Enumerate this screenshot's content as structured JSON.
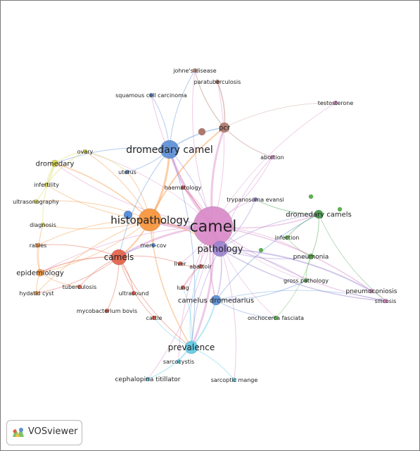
{
  "brand": {
    "name": "VOSviewer"
  },
  "colors": {
    "pink": "#d98ac9",
    "orange": "#f6953c",
    "red": "#e35f48",
    "blue": "#5b8fd6",
    "cyan": "#5fcbe6",
    "yellow": "#d8d84c",
    "green": "#57b34a",
    "darkgreen": "#3f9a45",
    "purple": "#9a82cf",
    "brown": "#b0776a"
  },
  "nodes": [
    {
      "id": "camel",
      "label": "camel"
    },
    {
      "id": "histopathology",
      "label": "histopathology"
    },
    {
      "id": "pathology",
      "label": "pathology"
    },
    {
      "id": "dromedary_camel",
      "label": "dromedary camel"
    },
    {
      "id": "camels",
      "label": "camels"
    },
    {
      "id": "prevalence",
      "label": "prevalence"
    },
    {
      "id": "camelus_dromedarius",
      "label": "camelus dromedarius"
    },
    {
      "id": "dromedary_camels",
      "label": "dromedary camels"
    },
    {
      "id": "pcr",
      "label": "pcr"
    },
    {
      "id": "dromedary",
      "label": "dromedary"
    },
    {
      "id": "epidemiology",
      "label": "epidemiology"
    },
    {
      "id": "pneumonia",
      "label": "pneumonia"
    },
    {
      "id": "gross_pathology",
      "label": "gross pathology"
    },
    {
      "id": "pneumoconiosis",
      "label": "pneumoconiosis"
    },
    {
      "id": "silicosis",
      "label": "silicosis"
    },
    {
      "id": "onchocerca_fasciata",
      "label": "onchocerca fasciata"
    },
    {
      "id": "sarcoptic_mange",
      "label": "sarcoptic mange"
    },
    {
      "id": "cephalopina_titillator",
      "label": "cephalopina titillator"
    },
    {
      "id": "sarcocystis",
      "label": "sarcocystis"
    },
    {
      "id": "cattle",
      "label": "cattle"
    },
    {
      "id": "mycobacterium_bovis",
      "label": "mycobacterium bovis"
    },
    {
      "id": "hydatid_cyst",
      "label": "hydatid cyst"
    },
    {
      "id": "tuberculosis",
      "label": "tuberculosis"
    },
    {
      "id": "ultrasound",
      "label": "ultrasound"
    },
    {
      "id": "lung",
      "label": "lung"
    },
    {
      "id": "liver",
      "label": "liver"
    },
    {
      "id": "abattoir",
      "label": "abattoir"
    },
    {
      "id": "mers_cov",
      "label": "mers-cov"
    },
    {
      "id": "rabies",
      "label": "rabies"
    },
    {
      "id": "diagnosis",
      "label": "diagnosis"
    },
    {
      "id": "ultrasonography",
      "label": "ultrasonography"
    },
    {
      "id": "infertility",
      "label": "infertility"
    },
    {
      "id": "ovary",
      "label": "ovary"
    },
    {
      "id": "uterus",
      "label": "uterus"
    },
    {
      "id": "haematology",
      "label": "haematology"
    },
    {
      "id": "trypanosoma_evansi",
      "label": "trypanosoma evansi"
    },
    {
      "id": "abortion",
      "label": "abortion"
    },
    {
      "id": "infection",
      "label": "infection"
    },
    {
      "id": "squamous_cell_carcinoma",
      "label": "squamous cell carcinoma"
    },
    {
      "id": "johnes_disease",
      "label": "johne's disease"
    },
    {
      "id": "paratuberculosis",
      "label": "paratuberculosis"
    },
    {
      "id": "testosterone",
      "label": "testosterone"
    }
  ]
}
